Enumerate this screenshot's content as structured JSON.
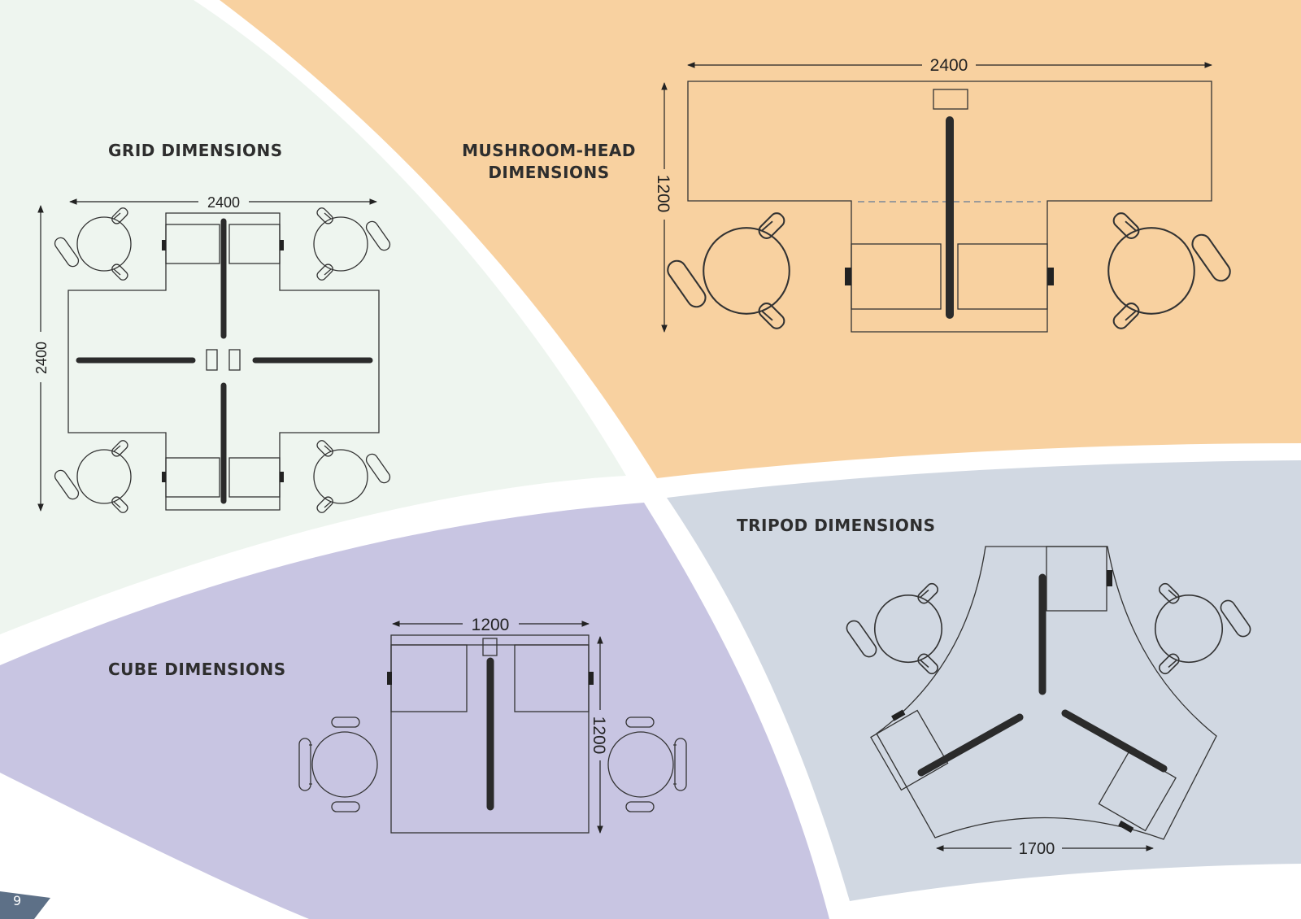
{
  "sections": {
    "grid": {
      "title": "GRID DIMENSIONS",
      "width": "2400",
      "depth": "2400"
    },
    "mushroom": {
      "title_line1": "MUSHROOM-HEAD",
      "title_line2": "DIMENSIONS",
      "width": "2400",
      "depth": "1200"
    },
    "cube": {
      "title": "CUBE DIMENSIONS",
      "width": "1200",
      "depth": "1200"
    },
    "tripod": {
      "title": "TRIPOD DIMENSIONS",
      "width": "1700"
    }
  },
  "page_number": "9",
  "colors": {
    "grid_bg": "#eef5ef",
    "mushroom_bg": "#f8d1a0",
    "cube_bg": "#c8c5e2",
    "tripod_bg": "#d1d8e2",
    "page_tab": "#5d7087",
    "partition": "#2b2b2b"
  }
}
